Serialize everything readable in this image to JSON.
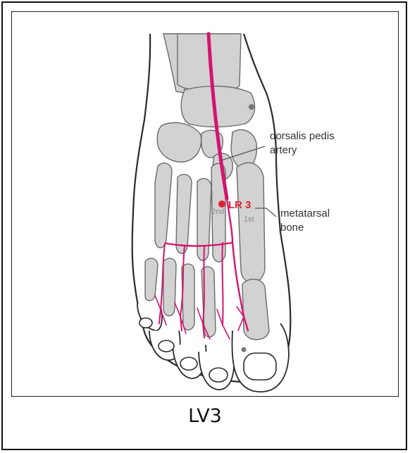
{
  "caption": "LV3",
  "labels": {
    "artery_line1": "dorsalis pedis",
    "artery_line2": "artery",
    "point": "LR 3",
    "metatarsal_line1": "metatarsal",
    "metatarsal_line2": "bone",
    "second": "2nd",
    "first": "1st"
  },
  "colors": {
    "artery": "#d4146e",
    "point": "#e02030",
    "point_label": "#e02030",
    "bone_fill": "#d2d2d2",
    "bone_stroke": "#6a6a6a",
    "outline": "#2a2a2a",
    "marker": "#777777"
  }
}
